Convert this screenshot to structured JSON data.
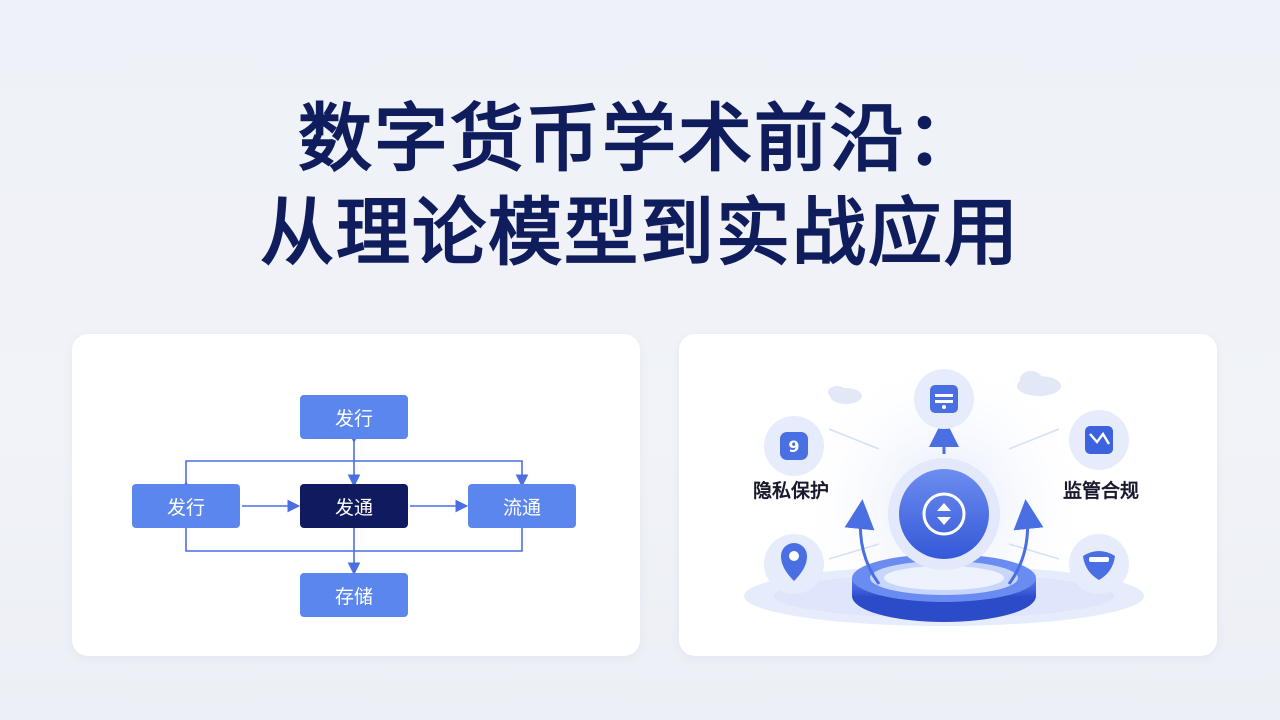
{
  "title": {
    "line1": "数字货币学术前沿：",
    "line2": "从理论模型到实战应用"
  },
  "flow_diagram": {
    "nodes": {
      "top": "发行",
      "left": "发行",
      "center": "发通",
      "right": "流通",
      "bottom": "存储"
    }
  },
  "illustration": {
    "labels": {
      "privacy": "隐私保护",
      "compliance": "监管合规"
    },
    "icons": [
      "shield-icon",
      "ticket-icon",
      "book-chart-icon",
      "location-pin-icon",
      "badge-icon",
      "exchange-arrows-icon"
    ],
    "colors": {
      "primary": "#4a6fe3",
      "dark": "#101a5e",
      "light": "#dfe6fb"
    }
  }
}
